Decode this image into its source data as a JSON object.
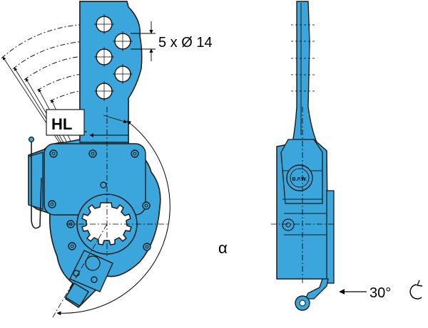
{
  "diagram": {
    "labels": {
      "holes": "5 x Ø 14",
      "hl": "HL",
      "alpha": "α",
      "angle": "30°",
      "logo": "B.P.W."
    },
    "colors": {
      "part_fill": "#3aa6dc",
      "outline": "#1a1a1a",
      "background": "#ffffff",
      "label_box": "#ffffff"
    },
    "icons": {
      "rotation": "rotate-clockwise-icon",
      "arrow": "arrow-left-icon"
    }
  }
}
